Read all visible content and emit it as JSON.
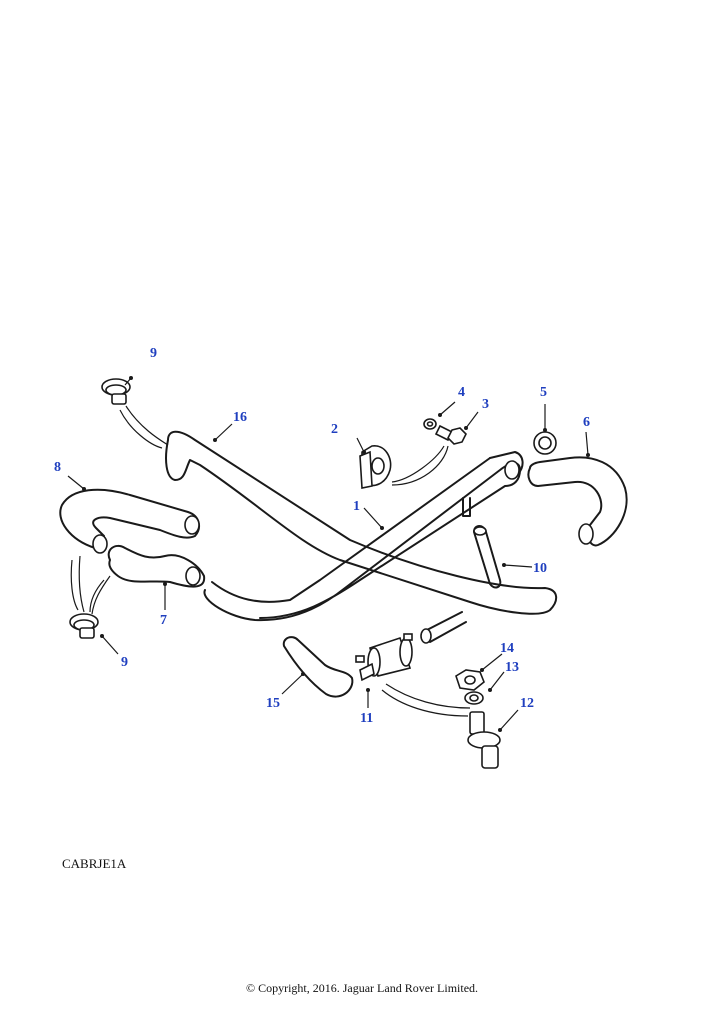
{
  "diagram": {
    "callouts": {
      "c1": "1",
      "c2": "2",
      "c3": "3",
      "c4": "4",
      "c5": "5",
      "c6": "6",
      "c7": "7",
      "c8": "8",
      "c9a": "9",
      "c9b": "9",
      "c10": "10",
      "c11": "11",
      "c12": "12",
      "c13": "13",
      "c14": "14",
      "c15": "15",
      "c16": "16"
    },
    "illustration_code": "CABRJE1A",
    "copyright": "© Copyright, 2016. Jaguar Land Rover Limited."
  }
}
